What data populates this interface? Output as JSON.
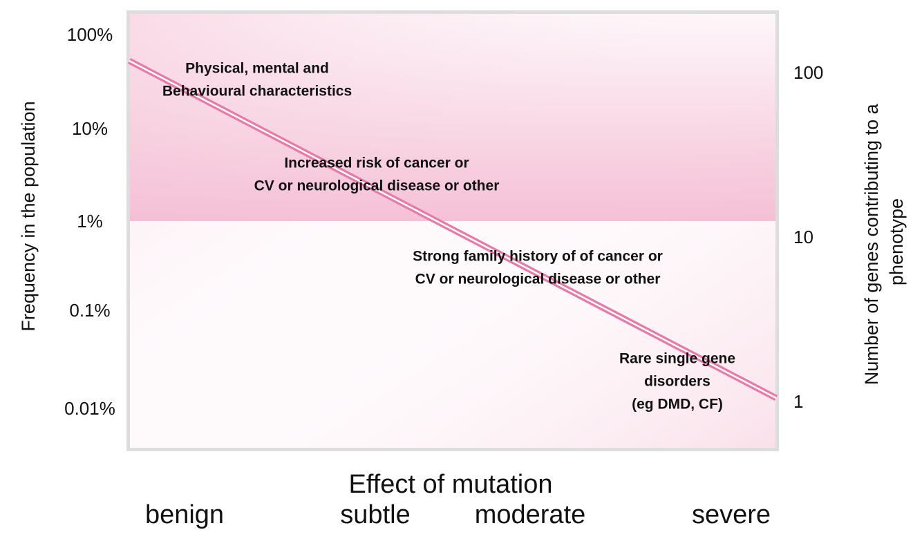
{
  "chart_data": {
    "type": "line",
    "title": "",
    "xlabel": "Effect of mutation",
    "x_categories": [
      "benign",
      "subtle",
      "moderate",
      "severe"
    ],
    "ylabel_left": "Frequency in the population",
    "y_left_ticks": [
      "100%",
      "10%",
      "1%",
      "0.1%",
      "0.01%"
    ],
    "y_left_scale": "log",
    "ylabel_right": "Number of genes contributing to a phenotype",
    "y_right_ticks": [
      "100",
      "10",
      "1"
    ],
    "y_right_scale": "log",
    "grid": false,
    "legend": "none",
    "series": [
      {
        "values_right_axis": [
          {
            "x": "benign",
            "y": 100
          },
          {
            "x": "severe",
            "y": 1
          }
        ],
        "color": "#e87aa8"
      }
    ],
    "annotations": [
      {
        "lines": [
          "Physical, mental and",
          "Behavioural characteristics"
        ]
      },
      {
        "lines": [
          "Increased risk of cancer or",
          "CV or neurological disease or other"
        ]
      },
      {
        "lines": [
          "Strong family history of of cancer or",
          "CV or neurological disease or other"
        ]
      },
      {
        "lines": [
          "Rare single gene",
          "disorders",
          "(eg DMD, CF)"
        ]
      }
    ],
    "colors": {
      "background_tint": "#f3b6cf",
      "line": "#e87aa8",
      "frame": "#dddddd"
    }
  }
}
